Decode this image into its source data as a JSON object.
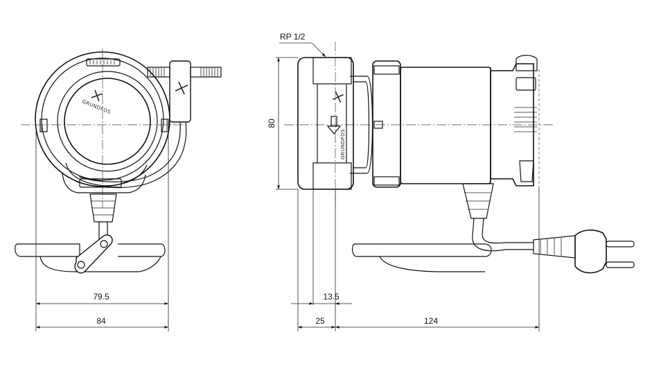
{
  "dimensions": {
    "left_width_inner": "79.5",
    "left_width_outer": "84",
    "height": "80",
    "offset_small": "13.5",
    "offset_port": "25",
    "length_motor": "124"
  },
  "callouts": {
    "thread": "RP 1/2"
  },
  "branding": {
    "logo_text": "GRUNDFOS"
  },
  "icons": {
    "logo_mark": "grundfos-x-icon",
    "flow_arrow": "flow-direction-arrow-icon"
  }
}
